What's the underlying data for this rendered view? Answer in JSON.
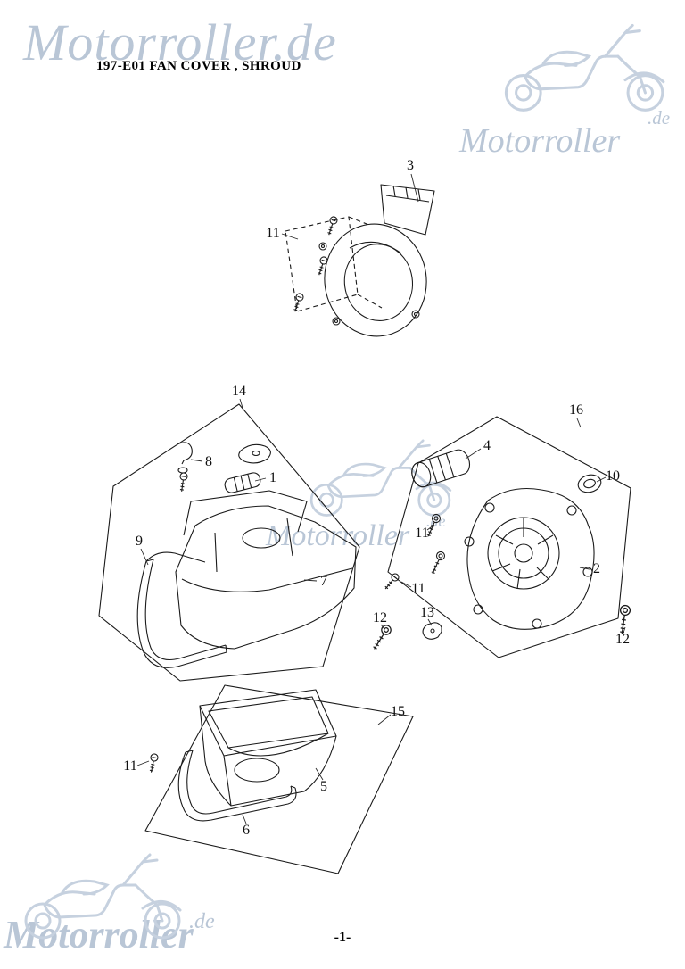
{
  "header": {
    "title": "197-E01 FAN COVER , SHROUD"
  },
  "footer": {
    "page_number": "-1-"
  },
  "watermarks": {
    "top_left": "Motorroller.de",
    "brand": "Motorroller",
    "domain_suffix": ".de"
  },
  "diagram": {
    "description": "Exploded parts diagram of fan cover and shroud assembly",
    "part_labels": [
      "3",
      "11",
      "14",
      "8",
      "1",
      "9",
      "7",
      "4",
      "16",
      "10",
      "11",
      "2",
      "11",
      "12",
      "13",
      "12",
      "15",
      "11",
      "5",
      "6"
    ]
  }
}
